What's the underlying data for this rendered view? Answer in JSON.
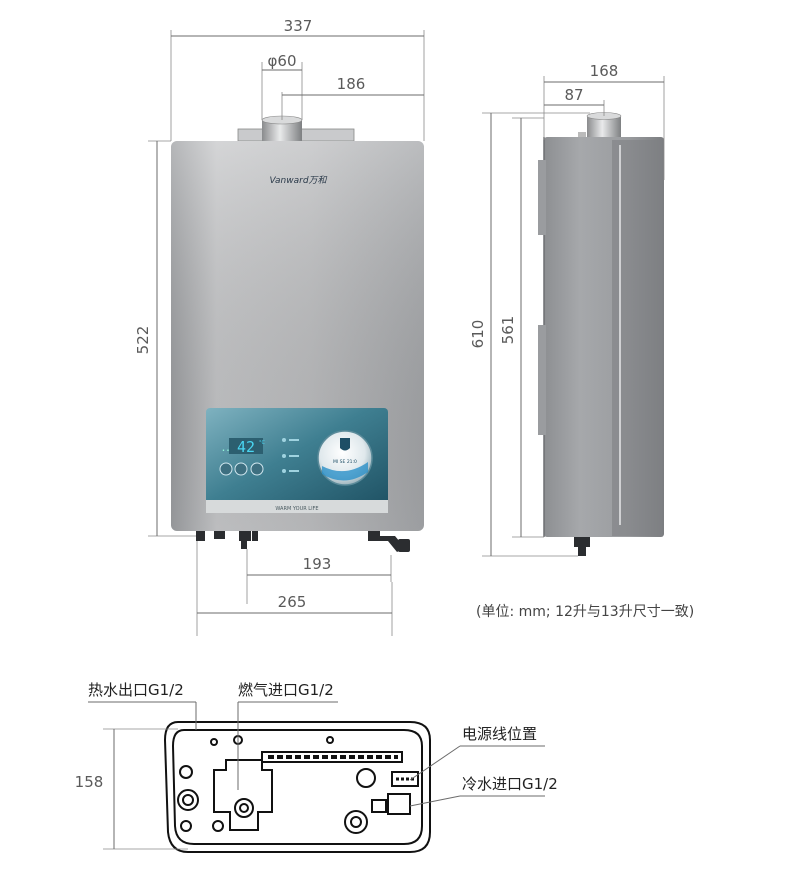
{
  "brand": {
    "logo_text": "Vanward万和"
  },
  "front_view": {
    "dimensions": {
      "width_top": "337",
      "flue_diameter": "φ60",
      "flue_offset": "186",
      "height": "522",
      "pipe_spacing_inner": "193",
      "pipe_spacing_outer": "265"
    },
    "panel": {
      "temperature": "42",
      "temperature_unit": "°C",
      "slogan": "WARM YOUR LIFE",
      "dial_readout": "MI SE 21:0"
    }
  },
  "side_view": {
    "dimensions": {
      "depth": "168",
      "flue_depth": "87",
      "total_height": "610",
      "body_height": "561"
    }
  },
  "note": "(单位: mm; 12升与13升尺寸一致)",
  "bottom_view": {
    "dimensions": {
      "depth": "158"
    },
    "labels": {
      "hot_water_outlet": "热水出口G1/2",
      "gas_inlet": "燃气进口G1/2",
      "power_cable": "电源线位置",
      "cold_water_inlet": "冷水进口G1/2"
    }
  },
  "colors": {
    "body_silver": "#b8b9bb",
    "panel_teal": "#2f6d80",
    "display_cyan": "#49d6f2"
  }
}
